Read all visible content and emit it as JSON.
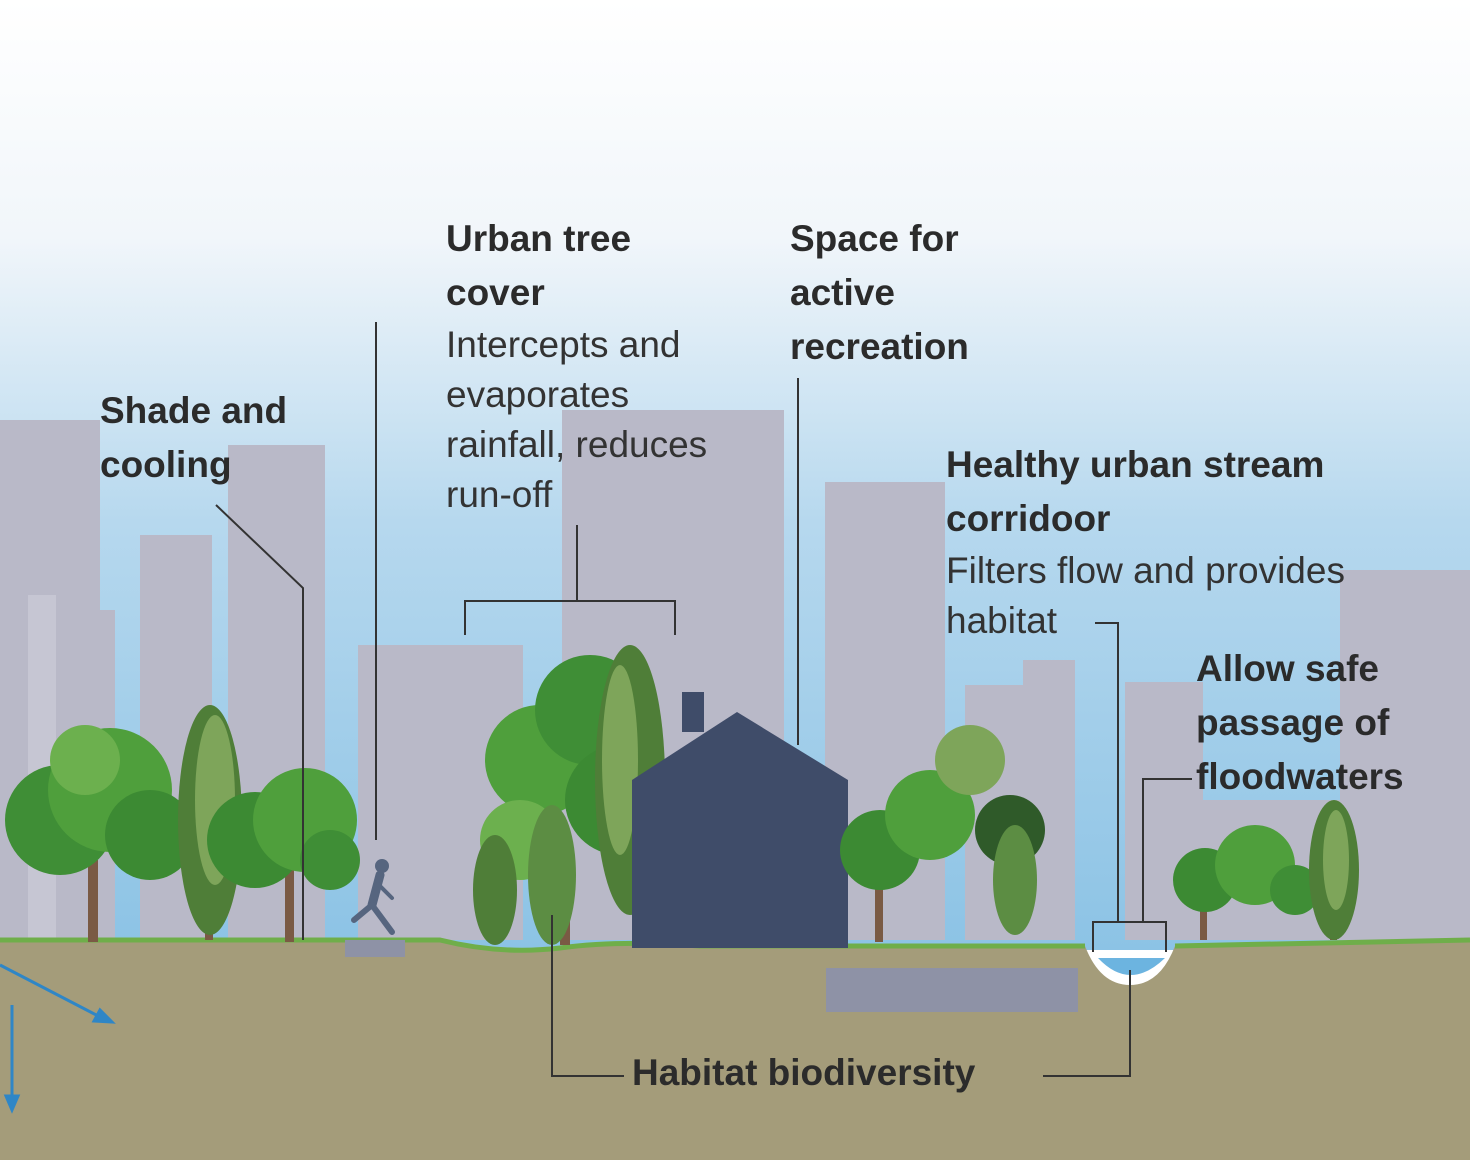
{
  "colors": {
    "sky_top": "#ffffff",
    "sky_bottom": "#8cc3e5",
    "building": "#b9b9c8",
    "ground": "#a49c7a",
    "grass": "#6fae4a",
    "house": "#3f4c69",
    "runner": "#56657f",
    "water": "#6cb4e0",
    "arrow": "#2f86c6",
    "leader_line": "#333333"
  },
  "labels": {
    "shade": {
      "title_1": "Shade and",
      "title_2": "cooling"
    },
    "tree_cover": {
      "title_1": "Urban tree",
      "title_2": "cover",
      "desc_1": "Intercepts and",
      "desc_2": "evaporates",
      "desc_3": "rainfall, reduces",
      "desc_4": "run-off"
    },
    "recreation": {
      "title_1": "Space for",
      "title_2": "active",
      "title_3": "recreation"
    },
    "stream": {
      "title_1": "Healthy urban stream",
      "title_2": "corridoor",
      "desc_1": "Filters flow and provides",
      "desc_2": "habitat"
    },
    "flood": {
      "title_1": "Allow safe",
      "title_2": "passage of",
      "title_3": "floodwaters"
    },
    "habitat": {
      "title": "Habitat biodiversity"
    }
  },
  "icons": [
    "runner-icon",
    "house-icon",
    "tree-icon",
    "stream-icon",
    "infiltration-arrow-icon"
  ]
}
